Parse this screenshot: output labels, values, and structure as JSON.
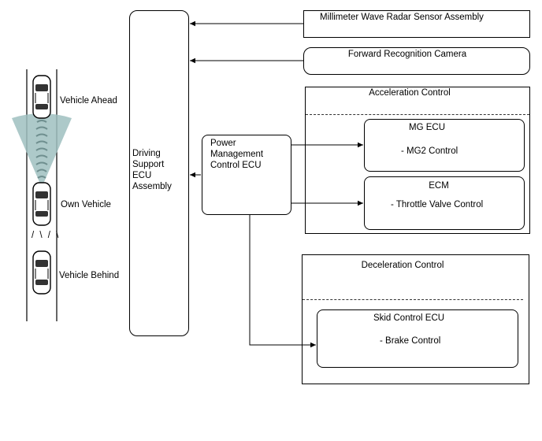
{
  "road": {
    "vehicle_ahead": "Vehicle Ahead",
    "own_vehicle": "Own Vehicle",
    "vehicle_behind": "Vehicle Behind",
    "lane_marks": "/ \\ / \\"
  },
  "driving_support_ecu": {
    "label": "Driving\nSupport\nECU\nAssembly"
  },
  "sensors": {
    "radar": "Millimeter Wave Radar Sensor Assembly",
    "camera": "Forward Recognition Camera"
  },
  "power_management_ecu": {
    "label": "Power\nManagement\nControl ECU"
  },
  "acceleration_control": {
    "title": "Acceleration Control",
    "mg_ecu": {
      "title": "MG ECU",
      "item": "- MG2 Control"
    },
    "ecm": {
      "title": "ECM",
      "item": "- Throttle Valve Control"
    }
  },
  "deceleration_control": {
    "title": "Deceleration Control",
    "skid_ecu": {
      "title": "Skid Control ECU",
      "item": "- Brake Control"
    }
  },
  "colors": {
    "radar_beam": "#9fbfbf",
    "line": "#000000"
  }
}
